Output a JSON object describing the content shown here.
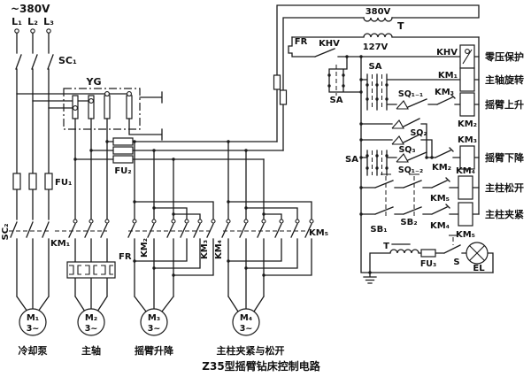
{
  "title_caption": "Z35型摇臂钻床控制电路",
  "power": {
    "supply_label": "~380V",
    "phases": [
      "L₁",
      "L₂",
      "L₃"
    ],
    "main_switch": "SC₁",
    "drum_switch": "YG",
    "fuse1": "FU₁",
    "fuse2": "FU₂",
    "pump_switch": "SC₂",
    "spindle_contactor": "KM₁",
    "thermal_relay": "FR",
    "arm_up_contacts": "KM₂",
    "arm_down_contacts": "KM₃",
    "col_release_contacts": "KM₄",
    "col_clamp_contacts": "KM₅",
    "motors": [
      {
        "id": "M₁",
        "phase": "3~",
        "label": "冷却泵"
      },
      {
        "id": "M₂",
        "phase": "3~",
        "label": "主轴"
      },
      {
        "id": "M₃",
        "phase": "3~",
        "label": "摇臂升降"
      },
      {
        "id": "M₄",
        "phase": "3~",
        "label": "主柱夹紧与松开"
      }
    ]
  },
  "control": {
    "primary_voltage": "380V",
    "transformer": "T",
    "secondary_voltage": "127V",
    "thermal_contact": "FR",
    "voltage_relay_contact": "KHV",
    "master_switch1": "SA",
    "master_switch2": "SA",
    "master_switch3": "SA",
    "limit_up": "SQ₁₋₁",
    "limit_sq2": "SQ₂",
    "limit_sq3": "SQ₃",
    "limit_down": "SQ₁₋₂",
    "interlock_km3": "KM₃",
    "interlock_km2": "KM₂",
    "interlock_km5": "KM₅",
    "interlock_km4": "KM₄",
    "button1": "SB₁",
    "button2": "SB₂",
    "rungs": [
      {
        "coil": "KHV",
        "function": "零压保护"
      },
      {
        "coil": "KM₁",
        "function": "主轴旋转"
      },
      {
        "coil": "KM₂",
        "function": "摇臂上升"
      },
      {
        "coil": "KM₃",
        "function": "摇臂下降"
      },
      {
        "coil": "KM₄",
        "function": "主柱松开"
      },
      {
        "coil": "KM₅",
        "function": "主柱夹紧"
      }
    ],
    "lamp": {
      "winding": "T",
      "fuse": "FU₃",
      "switch": "S",
      "lamp": "EL"
    }
  }
}
